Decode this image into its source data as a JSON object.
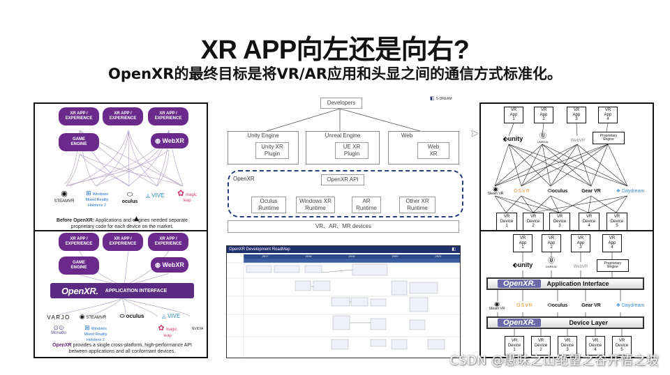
{
  "title": "XR APP向左还是向右?",
  "subtitle": "OpenXR的最终目标是将VR/AR应用和头显之间的通信方式标准化。",
  "watermark": "CSDN @愚昧之山绝望之谷开悟之坡",
  "left_top": {
    "apps": [
      "XR APP /\nEXPERIENCE",
      "XR APP /\nEXPERIENCE",
      "XR APP /\nEXPERIENCE"
    ],
    "engine": "GAME\nENGINE",
    "webxr": "WebXR",
    "devices": [
      "STEAMVR",
      "Windows\nMixed Reality\nHololens 2",
      "oculus",
      "VIVE",
      "magic\nleap"
    ],
    "caption_bold": "Before OpenXR:",
    "caption": " Applications and engines needed separate proprietary code for each device on the market."
  },
  "left_bottom": {
    "apps": [
      "XR APP /\nEXPERIENCE",
      "XR APP /\nEXPERIENCE",
      "XR APP /\nEXPERIENCE"
    ],
    "engine": "GAME\nENGINE",
    "webxr": "WebXR",
    "openxr": "OpenXR.",
    "interface": "APPLICATION INTERFACE",
    "devices_row1": [
      "VARJO",
      "STEAMVR",
      "oculus",
      "VIVE"
    ],
    "devices_row2": [
      "Monado",
      "Windows\nMixed Reality\nHololens 2",
      "magic\nleap",
      "NVIDIA"
    ],
    "caption_bold": "OpenXR",
    "caption": " provides a single cross-platform, high-performance API between applications and all conformant devices."
  },
  "center_top": {
    "brand": "S-DREAM",
    "developers": "Developers",
    "engines": [
      {
        "name": "Unity Engine",
        "plugin": "Unity XR\nPlugin"
      },
      {
        "name": "Unreal Engine",
        "plugin": "UE XR\nPlugin"
      },
      {
        "name": "Web",
        "plugin": "Web\nXR"
      }
    ],
    "openxr_label": "OpenXR",
    "openxr_api": "OpenXR API",
    "runtimes": [
      "Oculus\nRuntime",
      "Windows XR\nRuntime",
      "AR\nRuntime",
      "Other XR\nRuntime"
    ],
    "devices": "VR、AR、MR devices"
  },
  "center_bottom": {
    "title": "OpenXR Development RoadMap",
    "years": [
      "2017",
      "2018",
      "2019",
      "2020",
      "2021"
    ]
  },
  "right_top": {
    "apps": [
      "VR\nApp\n1",
      "VR\nApp\n2",
      "VR\nApp\n3",
      "VR\nApp\n4"
    ],
    "engines": [
      "unity",
      "UNREAL",
      "WebVR",
      "Proprietary\nEngine"
    ],
    "runtimes": [
      "Steam VR",
      "OSVR",
      "oculus",
      "Gear VR",
      "Daydream"
    ],
    "devices": [
      "VR\nDevice\n1",
      "VR\nDevice\n2",
      "VR\nDevice\n3",
      "VR\nDevice\n4",
      "VR\nDevice\n5"
    ]
  },
  "right_bottom": {
    "apps": [
      "VR\nApp\n1",
      "VR\nApp\n2",
      "VR\nApp\n3",
      "VR\nApp\n4"
    ],
    "engines": [
      "unity",
      "UNREAL",
      "WebVR",
      "Proprietary\nEngine"
    ],
    "openxr": "OpenXR.",
    "app_interface": "Application Interface",
    "runtimes": [
      "Steam VR",
      "OSVR",
      "oculus",
      "Gear VR",
      "Daydream"
    ],
    "device_layer": "Device Layer",
    "devices": [
      "VR\nDevice\n1",
      "VR\nDevice\n2",
      "VR\nDevice\n3",
      "VR\nDevice\n4",
      "VR\nDevice\n5"
    ]
  }
}
